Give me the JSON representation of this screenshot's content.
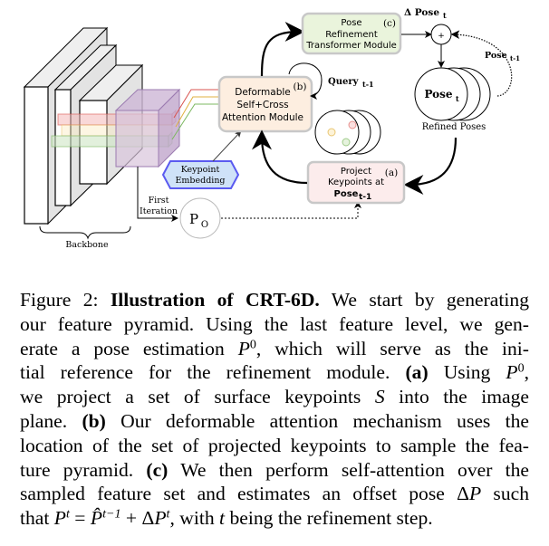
{
  "figure": {
    "backbone_label": "Backbone",
    "keypoint_embedding": [
      "Keypoint",
      "Embedding"
    ],
    "first_iteration": [
      "First",
      "Iteration"
    ],
    "p0_label": "P",
    "p0_sub": "O",
    "deformable_module": {
      "lines": [
        "Deformable",
        "Self+Cross",
        "Attention Module"
      ],
      "tag": "(b)"
    },
    "query_label": "Query",
    "query_sub": "t-1",
    "pose_refinement_module": {
      "lines": [
        "Pose",
        "Refinement",
        "Transformer Module"
      ],
      "tag": "(c)"
    },
    "delta_pose_label": "Δ Pose",
    "delta_pose_sub": "t",
    "plus_symbol": "+",
    "pose_prev_label": "Pose",
    "pose_prev_sub": "t-1",
    "pose_current_label": "Pose",
    "pose_current_sub": "t",
    "refined_poses_label": "Refined Poses",
    "project_module": {
      "lines": [
        "Project",
        "Keypoints at"
      ],
      "bold": "Pose",
      "bold_sub": "t-1",
      "tag": "(a)"
    },
    "colors": {
      "feature_red": "#d9534f",
      "feature_yellow": "#e0b040",
      "feature_green": "#7cb860",
      "cube_fill": "#d8c4dc",
      "cube_stroke": "#9b7bb0",
      "deform_fill": "#fdeee0",
      "refine_fill": "#eaf4dc",
      "project_fill": "#fcecec",
      "hex_fill": "#cfe2f8",
      "hex_stroke": "#5a5af0",
      "box_stroke": "#c8c8c8"
    }
  },
  "caption": {
    "lines": [
      [
        {
          "t": "Figure 2: "
        },
        {
          "t": "Illustration of CRT-6D.",
          "b": true
        },
        {
          "t": " We start by generating"
        }
      ],
      [
        {
          "t": "our feature pyramid. Using the last feature level, we gen-"
        }
      ],
      [
        {
          "t": "erate a pose estimation "
        },
        {
          "t": "P",
          "i": true
        },
        {
          "t": "0",
          "sup": true
        },
        {
          "t": ", which will serve as the ini-"
        }
      ],
      [
        {
          "t": "tial reference for the refinement module. "
        },
        {
          "t": "(a)",
          "b": true
        },
        {
          "t": " Using "
        },
        {
          "t": "P",
          "i": true
        },
        {
          "t": "0",
          "sup": true
        },
        {
          "t": ","
        }
      ],
      [
        {
          "t": "we project a set of surface keypoints "
        },
        {
          "t": "S",
          "i": true
        },
        {
          "t": " into the image"
        }
      ],
      [
        {
          "t": "plane. "
        },
        {
          "t": "(b)",
          "b": true
        },
        {
          "t": " Our deformable attention mechanism uses the"
        }
      ],
      [
        {
          "t": "location of the set of projected keypoints to sample the fea-"
        }
      ],
      [
        {
          "t": "ture pyramid. "
        },
        {
          "t": "(c)",
          "b": true
        },
        {
          "t": " We then perform self-attention over the"
        }
      ],
      [
        {
          "t": "sampled feature set and estimates an offset pose Δ"
        },
        {
          "t": "P",
          "i": true
        },
        {
          "t": " such"
        }
      ],
      [
        {
          "t": "that "
        },
        {
          "t": "P",
          "i": true
        },
        {
          "t": "t",
          "sup": true,
          "i": true
        },
        {
          "t": " = "
        },
        {
          "t": "P̂",
          "i": true
        },
        {
          "t": "t−1",
          "sup": true,
          "i": true
        },
        {
          "t": " + Δ"
        },
        {
          "t": "P",
          "i": true
        },
        {
          "t": "t",
          "sup": true,
          "i": true
        },
        {
          "t": ", with "
        },
        {
          "t": "t",
          "i": true
        },
        {
          "t": " being the refinement step."
        }
      ]
    ]
  }
}
